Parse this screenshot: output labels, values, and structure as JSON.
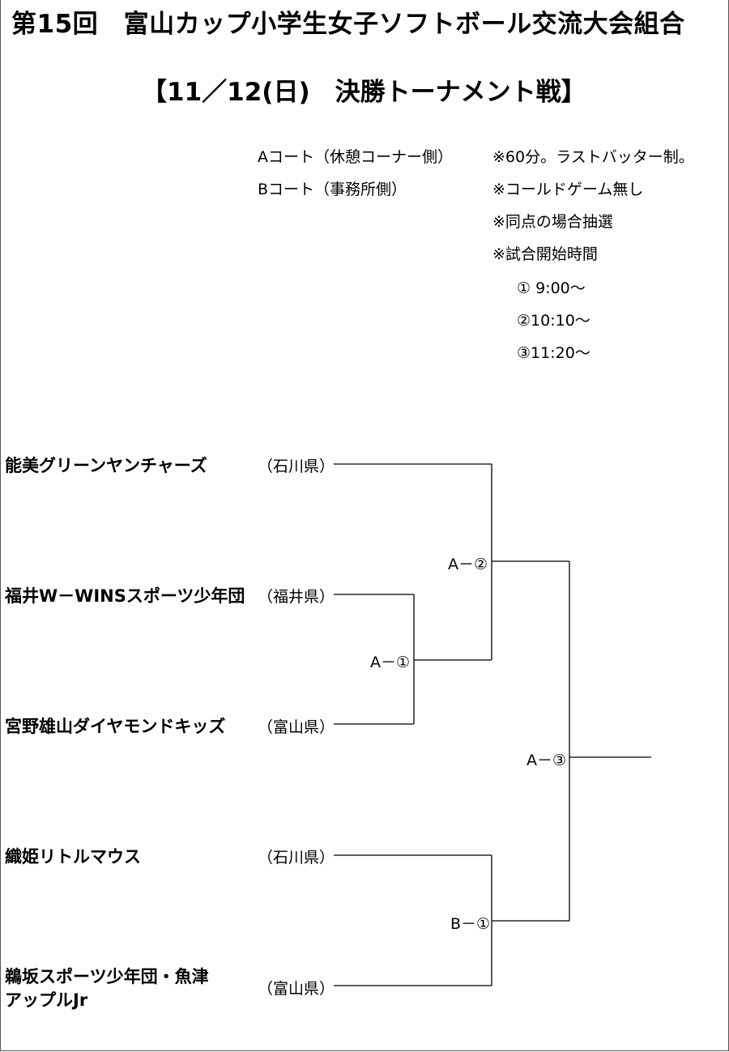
{
  "header": {
    "title": "第15回　富山カップ小学生女子ソフトボール交流大会組合",
    "subtitle": "【11／12(日)　決勝トーナメント戦】"
  },
  "courts": {
    "a": "Aコート（休憩コーナー側）",
    "b": "Bコート（事務所側）"
  },
  "notes": [
    "※60分。ラストバッター制。",
    "※コールドゲーム無し",
    "※同点の場合抽選",
    "※試合開始時間"
  ],
  "times": [
    "① 9:00～",
    "②10:10～",
    "③11:20～"
  ],
  "teams": [
    {
      "name": "能美グリーンヤンチャーズ",
      "pref": "（石川県）"
    },
    {
      "name": "福井W－WINSスポーツ少年団",
      "pref": "（福井県）"
    },
    {
      "name": "宮野雄山ダイヤモンドキッズ",
      "pref": "（富山県）"
    },
    {
      "name": "織姫リトルマウス",
      "pref": "（石川県）"
    },
    {
      "name_line1": "鵜坂スポーツ少年団・魚津",
      "name_line2": "アップルJr",
      "pref": "（富山県）"
    }
  ],
  "matches": {
    "a1": "A－①",
    "a2": "A－②",
    "a3": "A－③",
    "b1": "B－①"
  }
}
